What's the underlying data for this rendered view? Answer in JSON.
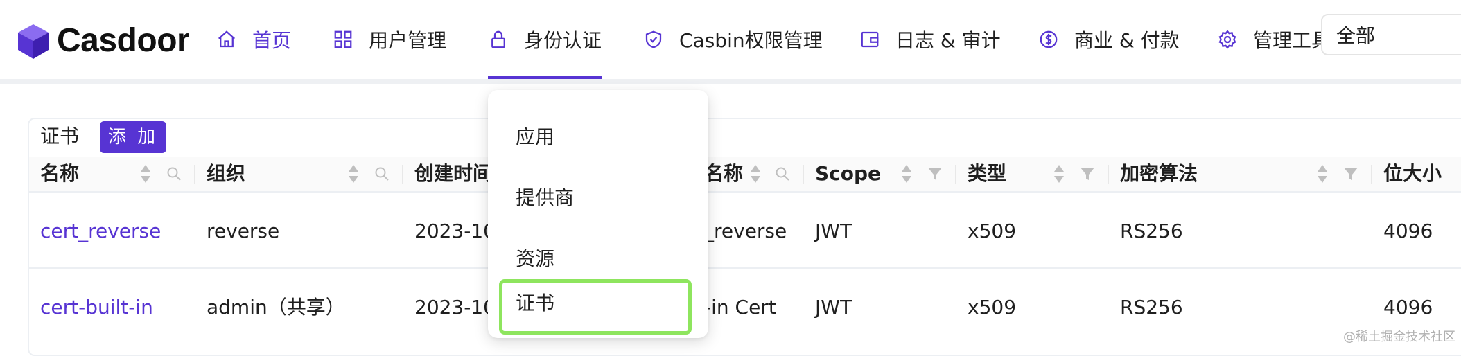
{
  "app": {
    "logo_text": "Casdoor",
    "brand_color": "#5734d3"
  },
  "nav": {
    "items": [
      {
        "label": "首页",
        "icon": "home-icon"
      },
      {
        "label": "用户管理",
        "icon": "grid-icon"
      },
      {
        "label": "身份认证",
        "icon": "lock-icon"
      },
      {
        "label": "Casbin权限管理",
        "icon": "shield-check-icon"
      },
      {
        "label": "日志 & 审计",
        "icon": "wallet-icon"
      },
      {
        "label": "商业 & 付款",
        "icon": "dollar-circle-icon"
      },
      {
        "label": "管理工具",
        "icon": "gear-icon"
      }
    ],
    "active": "首页",
    "selected": "身份认证"
  },
  "org_select": {
    "value": "全部"
  },
  "card": {
    "title": "证书",
    "add_label": "添 加"
  },
  "table": {
    "columns": [
      "名称",
      "组织",
      "创建时间",
      "名称",
      "Scope",
      "类型",
      "加密算法",
      "位大小"
    ],
    "rows": [
      [
        "cert_reverse",
        "reverse",
        "2023-10",
        "_reverse",
        "JWT",
        "x509",
        "RS256",
        "4096"
      ],
      [
        "cert-built-in",
        "admin（共享）",
        "2023-10",
        "-in Cert",
        "JWT",
        "x509",
        "RS256",
        "4096"
      ]
    ]
  },
  "dropdown": {
    "items": [
      "应用",
      "提供商",
      "资源",
      "证书"
    ],
    "highlighted": "证书",
    "highlight_color": "#8ee55e"
  },
  "watermark": "@稀土掘金技术社区"
}
